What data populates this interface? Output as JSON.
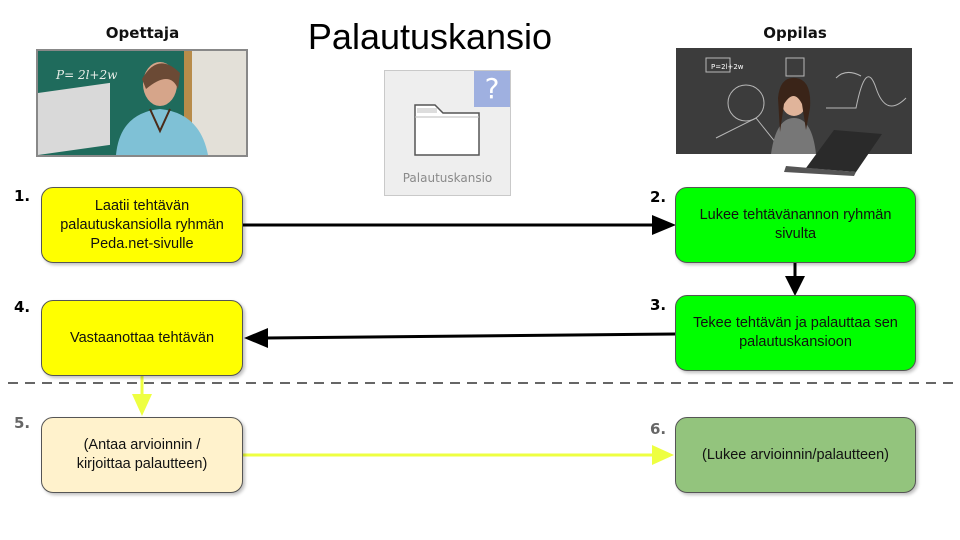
{
  "title": "Palautuskansio",
  "columns": {
    "teacher": {
      "label": "Opettaja",
      "image": "teacher-at-laptop-photo"
    },
    "student": {
      "label": "Oppilas",
      "image": "student-at-laptop-photo"
    }
  },
  "folder_widget": {
    "icon": "folder-icon",
    "help_icon": "question-mark-icon",
    "help_glyph": "?",
    "label": "Palautuskansio"
  },
  "steps": [
    {
      "number": "1.",
      "text": "Laatii tehtävän palautuskansiolla ryhmän Peda.net-sivulle",
      "actor": "teacher",
      "color": "#ffff00"
    },
    {
      "number": "2.",
      "text": "Lukee tehtävänannon ryhmän sivulta",
      "actor": "student",
      "color": "#00ff00"
    },
    {
      "number": "3.",
      "text": "Tekee tehtävän ja palauttaa sen palautuskansioon",
      "actor": "student",
      "color": "#00ff00"
    },
    {
      "number": "4.",
      "text": "Vastaanottaa tehtävän",
      "actor": "teacher",
      "color": "#ffff00"
    },
    {
      "number": "5.",
      "text": "(Antaa arvioinnin / kirjoittaa palautteen)",
      "actor": "teacher",
      "color": "#fff2cc"
    },
    {
      "number": "6.",
      "text": "(Lukee arvioinnin/palautteen)",
      "actor": "student",
      "color": "#93c47d"
    }
  ],
  "arrows": [
    {
      "from": "1",
      "to": "2",
      "color": "#000000"
    },
    {
      "from": "2",
      "to": "3",
      "color": "#000000"
    },
    {
      "from": "3",
      "to": "4",
      "color": "#000000"
    },
    {
      "from": "4",
      "to": "5",
      "color": "#eeff41"
    },
    {
      "from": "5",
      "to": "6",
      "color": "#eeff41"
    }
  ],
  "divider": {
    "style": "dashed",
    "color": "#666666"
  }
}
